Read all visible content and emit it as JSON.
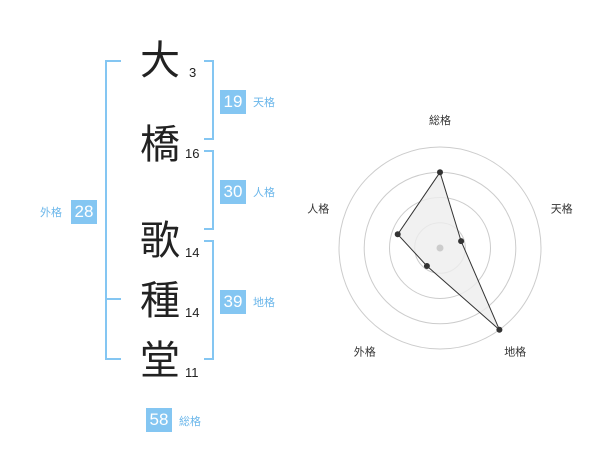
{
  "name": {
    "characters": [
      {
        "char": "大",
        "strokes": "3"
      },
      {
        "char": "橋",
        "strokes": "16"
      },
      {
        "char": "歌",
        "strokes": "14"
      },
      {
        "char": "種",
        "strokes": "14"
      },
      {
        "char": "堂",
        "strokes": "11"
      }
    ]
  },
  "fortunes": {
    "tenkaku": {
      "value": "19",
      "label": "天格"
    },
    "jinkaku": {
      "value": "30",
      "label": "人格"
    },
    "chikaku": {
      "value": "39",
      "label": "地格"
    },
    "gaikaku": {
      "value": "28",
      "label": "外格"
    },
    "soukaku": {
      "value": "58",
      "label": "総格"
    }
  },
  "colors": {
    "accent": "#84c6f2",
    "accent_text": "#6ab6ea",
    "radar_ring": "#cccccc",
    "radar_fill": "#eeeeee",
    "radar_line": "#333333"
  },
  "chart_data": {
    "type": "radar",
    "axes": [
      "総格",
      "天格",
      "地格",
      "外格",
      "人格"
    ],
    "values": [
      0.75,
      0.22,
      1.0,
      0.22,
      0.44
    ],
    "rings": 4
  }
}
